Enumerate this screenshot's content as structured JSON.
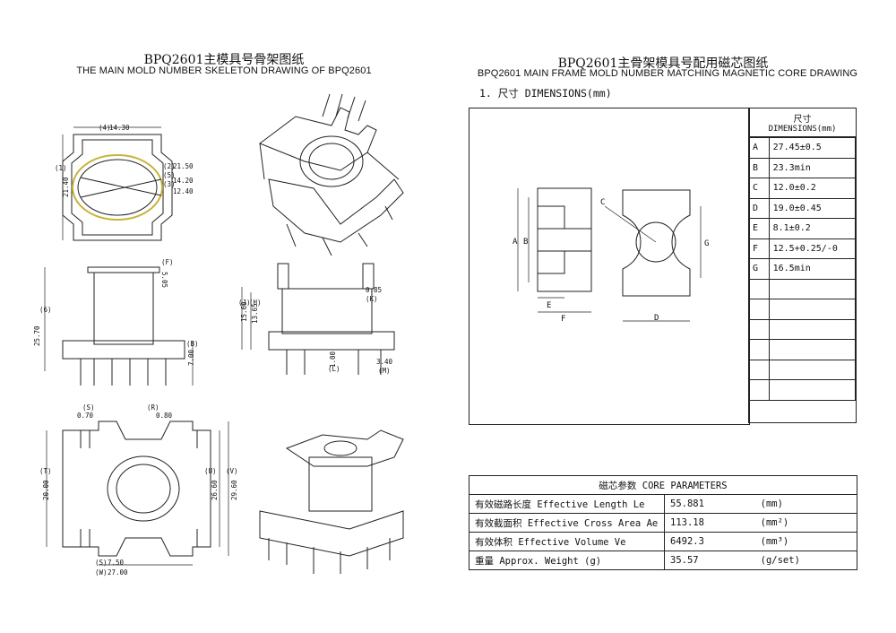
{
  "left": {
    "title_cn": "BPQ2601主模具号骨架图纸",
    "title_en": "THE MAIN MOLD NUMBER SKELETON DRAWING OF BPQ2601",
    "top_view_dims": {
      "w": "14.30",
      "h": "21.40",
      "d1": "21.50",
      "d2": "14.20",
      "d3": "12.40",
      "lw": "(4)",
      "lh": "(1)",
      "l2": "(2)",
      "l5": "(5)",
      "l3": "(3)"
    },
    "side_view_dims": {
      "h": "25.70",
      "t": "5.05",
      "p": "7.00",
      "lh": "(6)",
      "lt": "(F)",
      "lp": "(B)"
    },
    "front_view_dims": {
      "a": "15.60",
      "b": "13.65",
      "c": "0.85",
      "d": "1.00",
      "e": "3.40",
      "la": "(J)",
      "lb": "(H)",
      "lc": "(K)",
      "ld": "(L)",
      "le": "(M)"
    },
    "bottom_view_dims": {
      "a": "0.70",
      "b": "0.80",
      "c": "20.00",
      "d": "26.60",
      "e": "29.60",
      "f": "7.50",
      "g": "27.00",
      "la": "(S)",
      "lb": "(R)",
      "lc": "(T)",
      "ld": "(U)",
      "le": "(V)",
      "lf": "(S)",
      "lg": "(W)"
    }
  },
  "right": {
    "title_cn": "BPQ2601主骨架模具号配用磁芯图纸",
    "title_en": "BPQ2601 MAIN FRAME MOLD NUMBER MATCHING MAGNETIC CORE DRAWING",
    "section": "1. 尺寸 DIMENSIONS(mm)",
    "dim_header_cn": "尺寸",
    "dim_header_en": "DIMENSIONS(mm)",
    "dimensions": [
      {
        "k": "A",
        "v": "27.45±0.5"
      },
      {
        "k": "B",
        "v": "23.3min"
      },
      {
        "k": "C",
        "v": "12.0±0.2"
      },
      {
        "k": "D",
        "v": "19.0±0.45"
      },
      {
        "k": "E",
        "v": "8.1±0.2"
      },
      {
        "k": "F",
        "v": "12.5+0.25/-0"
      },
      {
        "k": "G",
        "v": "16.5min"
      },
      {
        "k": "",
        "v": ""
      },
      {
        "k": "",
        "v": ""
      },
      {
        "k": "",
        "v": ""
      },
      {
        "k": "",
        "v": ""
      },
      {
        "k": "",
        "v": ""
      },
      {
        "k": "",
        "v": ""
      }
    ],
    "core_labels": {
      "A": "A",
      "B": "B",
      "C": "C",
      "D": "D",
      "E": "E",
      "F": "F",
      "G": "G"
    },
    "params_header": "磁芯参数   CORE PARAMETERS",
    "params": [
      {
        "name": "有效磁路长度 Effective Length  Le",
        "value": "55.881",
        "unit": "(mm)"
      },
      {
        "name": "有效截面积 Effective Cross Area Ae",
        "value": "113.18",
        "unit": "(mm²)"
      },
      {
        "name": "有效体积 Effective Volume Ve",
        "value": "6492.3",
        "unit": "(mm³)"
      },
      {
        "name": "重量 Approx. Weight (g)",
        "value": "35.57",
        "unit": "(g/set)"
      }
    ]
  }
}
